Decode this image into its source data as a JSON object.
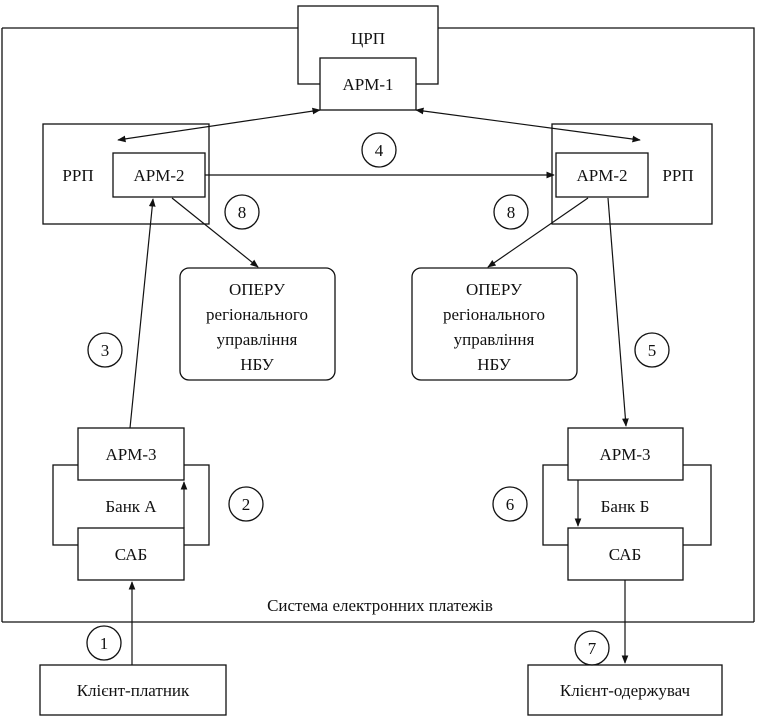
{
  "title": "",
  "nodes": {
    "crp": "ЦРП",
    "arm1": "АРМ-1",
    "rrp_left": "РРП",
    "arm2_left": "АРМ-2",
    "arm2_right": "АРМ-2",
    "rrp_right": "РРП",
    "opera_left": [
      "ОПЕРУ",
      "регіонального",
      "управління",
      "НБУ"
    ],
    "opera_right": [
      "ОПЕРУ",
      "регіонального",
      "управління",
      "НБУ"
    ],
    "arm3_left": "АРМ-3",
    "bank_a": "Банк А",
    "sab_left": "САБ",
    "arm3_right": "АРМ-3",
    "bank_b": "Банк Б",
    "sab_right": "САБ",
    "client_payer": "Клієнт-платник",
    "client_receiver": "Клієнт-одержувач"
  },
  "system_label": "Система електронних платежів",
  "steps": {
    "s1": "1",
    "s2": "2",
    "s3": "3",
    "s4": "4",
    "s5": "5",
    "s6": "6",
    "s7": "7",
    "s8_left": "8",
    "s8_right": "8"
  }
}
